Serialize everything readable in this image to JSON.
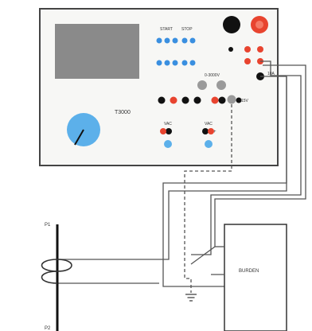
{
  "device": {
    "model": "T3000",
    "start_label": "START",
    "stop_label": "STOP",
    "range_label": "0-3000V",
    "vac_label": "VAC",
    "vac2_label": "VAC",
    "output_label": "10A",
    "output2_label": "15V",
    "aux_left_label": "+",
    "aux_right_label": "+"
  },
  "circuit": {
    "p1_label": "P1",
    "p2_label": "P2",
    "burden_label": "BURDEN"
  },
  "colors": {
    "panel_bg": "#f7f7f5",
    "screen": "#8a8a8a",
    "button_blue": "#3a8fe0",
    "knob": "#5cb0ea",
    "terminal_red": "#e8442f",
    "terminal_black": "#111111",
    "terminal_grey": "#9a9a9a",
    "wire": "#555555"
  }
}
